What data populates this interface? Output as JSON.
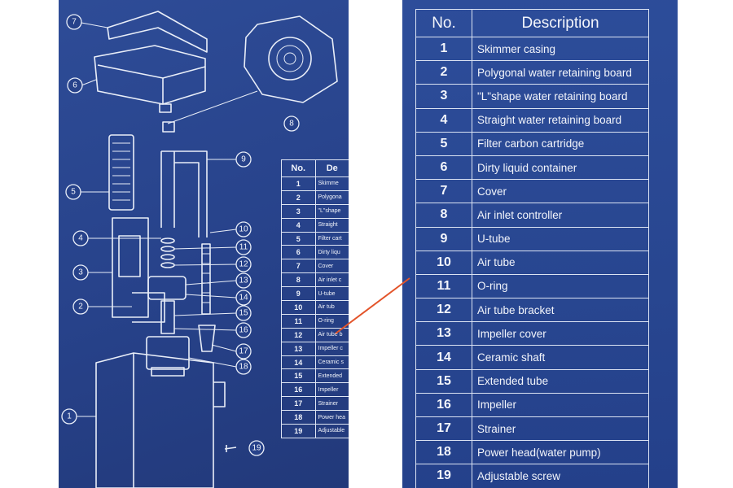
{
  "parts_table": {
    "header_no": "No.",
    "header_desc": "Description",
    "rows": [
      {
        "no": "1",
        "desc": "Skimmer casing"
      },
      {
        "no": "2",
        "desc": "Polygonal water retaining board"
      },
      {
        "no": "3",
        "desc": "\"L\"shape water retaining board"
      },
      {
        "no": "4",
        "desc": "Straight water retaining board"
      },
      {
        "no": "5",
        "desc": "Filter carbon cartridge"
      },
      {
        "no": "6",
        "desc": "Dirty liquid container"
      },
      {
        "no": "7",
        "desc": "Cover"
      },
      {
        "no": "8",
        "desc": "Air inlet controller"
      },
      {
        "no": "9",
        "desc": "U-tube"
      },
      {
        "no": "10",
        "desc": "Air tube"
      },
      {
        "no": "11",
        "desc": "O-ring"
      },
      {
        "no": "12",
        "desc": "Air tube bracket"
      },
      {
        "no": "13",
        "desc": "Impeller cover"
      },
      {
        "no": "14",
        "desc": "Ceramic shaft"
      },
      {
        "no": "15",
        "desc": "Extended tube"
      },
      {
        "no": "16",
        "desc": "Impeller"
      },
      {
        "no": "17",
        "desc": "Strainer"
      },
      {
        "no": "18",
        "desc": "Power head(water pump)"
      },
      {
        "no": "19",
        "desc": "Adjustable screw"
      }
    ]
  },
  "small_table": {
    "header_no": "No.",
    "header_desc": "De",
    "rows": [
      {
        "no": "1",
        "desc": "Skimme"
      },
      {
        "no": "2",
        "desc": "Polygona"
      },
      {
        "no": "3",
        "desc": "\"L\"shape"
      },
      {
        "no": "4",
        "desc": "Straight"
      },
      {
        "no": "5",
        "desc": "Filter cart"
      },
      {
        "no": "6",
        "desc": "Dirty liqu"
      },
      {
        "no": "7",
        "desc": "Cover"
      },
      {
        "no": "8",
        "desc": "Air inlet c"
      },
      {
        "no": "9",
        "desc": "U-tube"
      },
      {
        "no": "10",
        "desc": "Air tub"
      },
      {
        "no": "11",
        "desc": "O-ring"
      },
      {
        "no": "12",
        "desc": "Air tube b"
      },
      {
        "no": "13",
        "desc": "Impeller c"
      },
      {
        "no": "14",
        "desc": "Ceramic s"
      },
      {
        "no": "15",
        "desc": "Extended"
      },
      {
        "no": "16",
        "desc": "Impeller"
      },
      {
        "no": "17",
        "desc": "Strainer"
      },
      {
        "no": "18",
        "desc": "Power hea"
      },
      {
        "no": "19",
        "desc": "Adjustable"
      }
    ]
  },
  "diagram_callouts": [
    "7",
    "6",
    "8",
    "9",
    "5",
    "4",
    "3",
    "2",
    "1",
    "10",
    "11",
    "12",
    "13",
    "14",
    "15",
    "16",
    "17",
    "18",
    "19"
  ],
  "colors": {
    "panel_blue": "#27428a",
    "line_white": "#e9eef8",
    "pointer_red": "#e3542a"
  }
}
